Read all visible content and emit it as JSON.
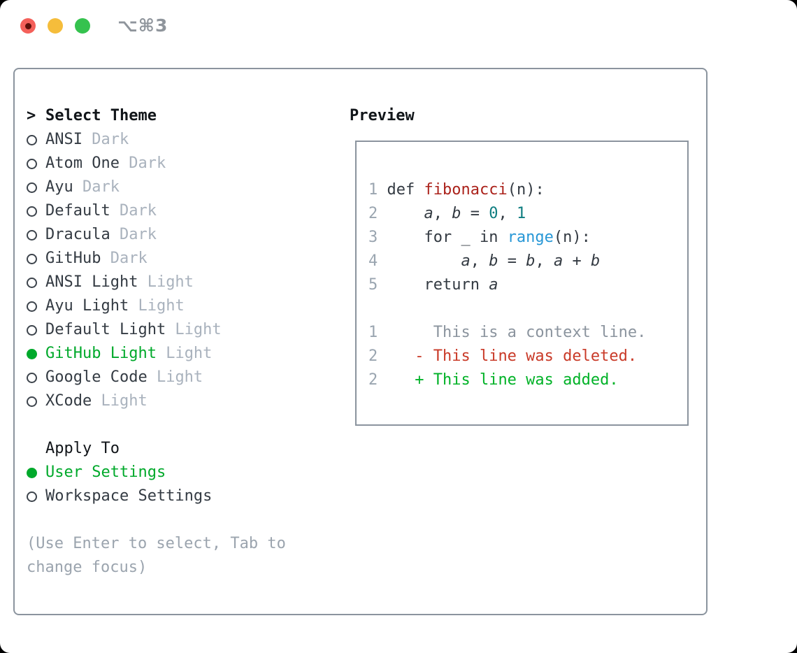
{
  "window": {
    "title": "⌥⌘3"
  },
  "colors": {
    "traffic_red": "#f4605a",
    "traffic_red_dot": "#5e100a",
    "traffic_yellow": "#f5bd3b",
    "traffic_green": "#35c24e",
    "title_gray": "#8f959c",
    "border_gray": "#8b949e",
    "heading_dark": "#111519",
    "text_dark": "#343b43",
    "variant_gray": "#a9b2bd",
    "hint_gray": "#9ba4ae",
    "linenum_gray": "#9aa5b0",
    "circle_ring": "#3d444c",
    "selected_green": "#00a92b",
    "code_fg": "#333a42",
    "code_function_red": "#ab221b",
    "code_number_teal": "#0e7d80",
    "code_builtin_blue": "#2797d6",
    "diff_context_gray": "#8b949e",
    "diff_deleted_red": "#c93a28",
    "diff_added_green": "#00b227"
  },
  "left_panel": {
    "header": {
      "prefix": ">",
      "label": "Select Theme"
    },
    "themes": [
      {
        "name": "ANSI",
        "variant": "Dark",
        "selected": false
      },
      {
        "name": "Atom One",
        "variant": "Dark",
        "selected": false
      },
      {
        "name": "Ayu",
        "variant": "Dark",
        "selected": false
      },
      {
        "name": "Default",
        "variant": "Dark",
        "selected": false
      },
      {
        "name": "Dracula",
        "variant": "Dark",
        "selected": false
      },
      {
        "name": "GitHub",
        "variant": "Dark",
        "selected": false
      },
      {
        "name": "ANSI Light",
        "variant": "Light",
        "selected": false
      },
      {
        "name": "Ayu Light",
        "variant": "Light",
        "selected": false
      },
      {
        "name": "Default Light",
        "variant": "Light",
        "selected": false
      },
      {
        "name": "GitHub Light",
        "variant": "Light",
        "selected": true
      },
      {
        "name": "Google Code",
        "variant": "Light",
        "selected": false
      },
      {
        "name": "XCode",
        "variant": "Light",
        "selected": false
      }
    ],
    "apply_to": {
      "label": "Apply To",
      "options": [
        {
          "name": "User Settings",
          "selected": true
        },
        {
          "name": "Workspace Settings",
          "selected": false
        }
      ]
    },
    "hint_lines": [
      "(Use Enter to select, Tab to",
      "change focus)"
    ]
  },
  "preview": {
    "label": "Preview",
    "lines": [
      {
        "num": "1",
        "segments": [
          {
            "t": "def ",
            "c": "code_fg"
          },
          {
            "t": "fibonacci",
            "c": "code_function_red"
          },
          {
            "t": "(n):",
            "c": "code_fg"
          }
        ]
      },
      {
        "num": "2",
        "segments": [
          {
            "t": "    ",
            "c": "code_fg"
          },
          {
            "t": "a",
            "c": "code_fg",
            "i": true
          },
          {
            "t": ", ",
            "c": "code_fg"
          },
          {
            "t": "b",
            "c": "code_fg",
            "i": true
          },
          {
            "t": " = ",
            "c": "code_fg"
          },
          {
            "t": "0",
            "c": "code_number_teal"
          },
          {
            "t": ", ",
            "c": "code_fg"
          },
          {
            "t": "1",
            "c": "code_number_teal"
          }
        ]
      },
      {
        "num": "3",
        "segments": [
          {
            "t": "    for _ in ",
            "c": "code_fg"
          },
          {
            "t": "range",
            "c": "code_builtin_blue"
          },
          {
            "t": "(n):",
            "c": "code_fg"
          }
        ]
      },
      {
        "num": "4",
        "segments": [
          {
            "t": "        ",
            "c": "code_fg"
          },
          {
            "t": "a",
            "c": "code_fg",
            "i": true
          },
          {
            "t": ", ",
            "c": "code_fg"
          },
          {
            "t": "b",
            "c": "code_fg",
            "i": true
          },
          {
            "t": " = ",
            "c": "code_fg"
          },
          {
            "t": "b",
            "c": "code_fg",
            "i": true
          },
          {
            "t": ", ",
            "c": "code_fg"
          },
          {
            "t": "a",
            "c": "code_fg",
            "i": true
          },
          {
            "t": " + ",
            "c": "code_fg"
          },
          {
            "t": "b",
            "c": "code_fg",
            "i": true
          }
        ]
      },
      {
        "num": "5",
        "segments": [
          {
            "t": "    return ",
            "c": "code_fg"
          },
          {
            "t": "a",
            "c": "code_fg",
            "i": true
          }
        ]
      },
      {
        "num": "",
        "segments": []
      },
      {
        "num": "1",
        "segments": [
          {
            "t": "     This is a context line.",
            "c": "diff_context_gray"
          }
        ]
      },
      {
        "num": "2",
        "segments": [
          {
            "t": "   - This line was deleted.",
            "c": "diff_deleted_red"
          }
        ]
      },
      {
        "num": "2",
        "segments": [
          {
            "t": "   + This line was added.",
            "c": "diff_added_green"
          }
        ]
      }
    ]
  }
}
